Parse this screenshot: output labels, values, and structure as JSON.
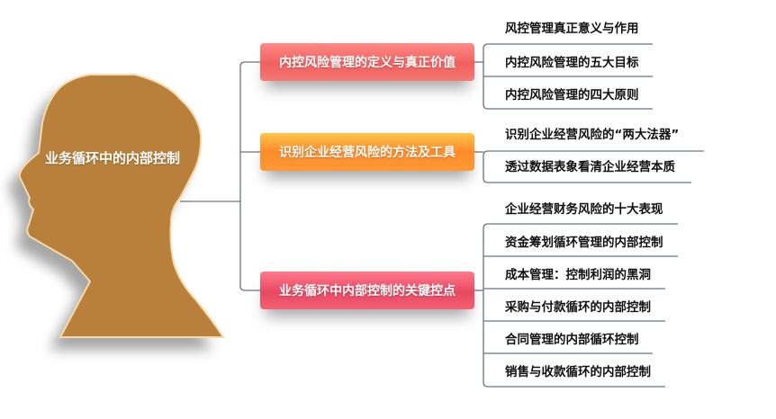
{
  "central": {
    "title": "业务循环中的内部控制",
    "color": "#B8803A"
  },
  "topics": [
    {
      "label": "内控风险管理的定义与真正价值",
      "color": "#F0605E",
      "items": [
        "风控管理真正意义与作用",
        "内控风险管理的五大目标",
        "内控风险管理的四大原则"
      ]
    },
    {
      "label": "识别企业经营风险的方法及工具",
      "color": "#FF8A2A",
      "items": [
        "识别企业经营风险的“两大法器”",
        "透过数据表象看清企业经营本质"
      ]
    },
    {
      "label": "业务循环中内部控制的关键控点",
      "color": "#E84860",
      "items": [
        "企业经营财务风险的十大表现",
        "资金筹划循环管理的内部控制",
        "成本管理：控制利润的黑洞",
        "采购与付款循环的内部控制",
        "合同管理的内部循环控制",
        "销售与收款循环的内部控制"
      ]
    }
  ]
}
